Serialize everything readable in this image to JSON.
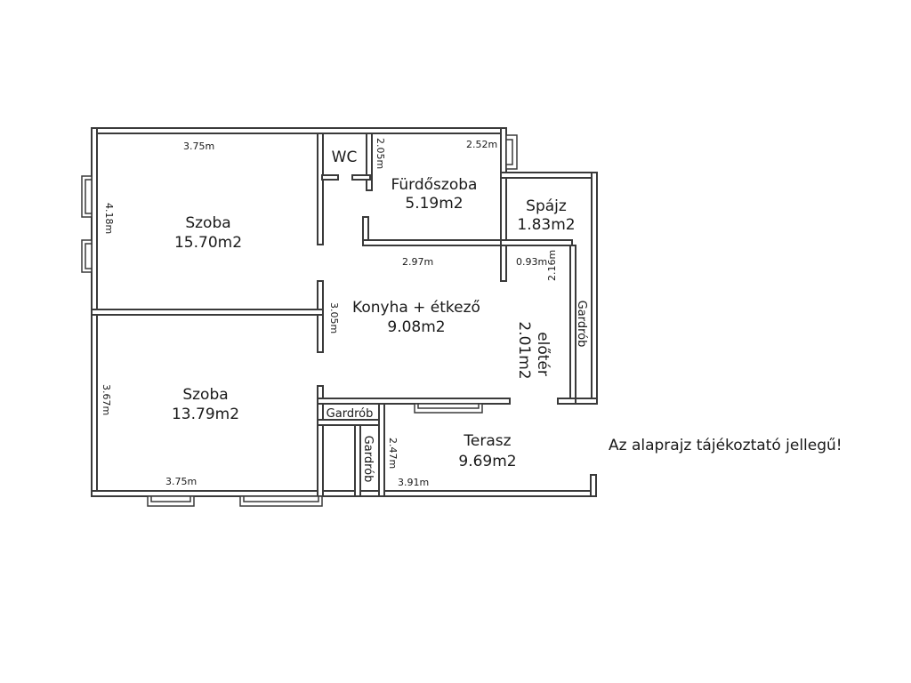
{
  "rooms": {
    "szoba1": {
      "name": "Szoba",
      "area": "15.70m2"
    },
    "wc": {
      "name": "WC"
    },
    "furdo": {
      "name": "Fürdőszoba",
      "area": "5.19m2"
    },
    "spajz": {
      "name": "Spájz",
      "area": "1.83m2"
    },
    "konyha": {
      "name": "Konyha + étkező",
      "area": "9.08m2"
    },
    "eloter": {
      "name": "előtér",
      "area": "2.01m2"
    },
    "gardrob_right": {
      "name": "Gardrób"
    },
    "szoba2": {
      "name": "Szoba",
      "area": "13.79m2"
    },
    "gardrob_small": {
      "name": "Gardrób"
    },
    "gardrob_vertical": {
      "name": "Gardrób"
    },
    "terasz": {
      "name": "Terasz",
      "area": "9.69m2"
    }
  },
  "dimensions": {
    "szoba1_width": "3.75m",
    "szoba1_height": "4.18m",
    "wc_height": "2.05m",
    "furdo_width": "2.52m",
    "hall_width": "2.97m",
    "hall_small": "0.93m",
    "eloter_height": "2.16m",
    "konyha_height": "3.05m",
    "szoba2_height": "3.67m",
    "szoba2_width": "3.75m",
    "terasz_height": "2.47m",
    "terasz_width": "3.91m"
  },
  "note": "Az alaprajz tájékoztató jellegű!"
}
